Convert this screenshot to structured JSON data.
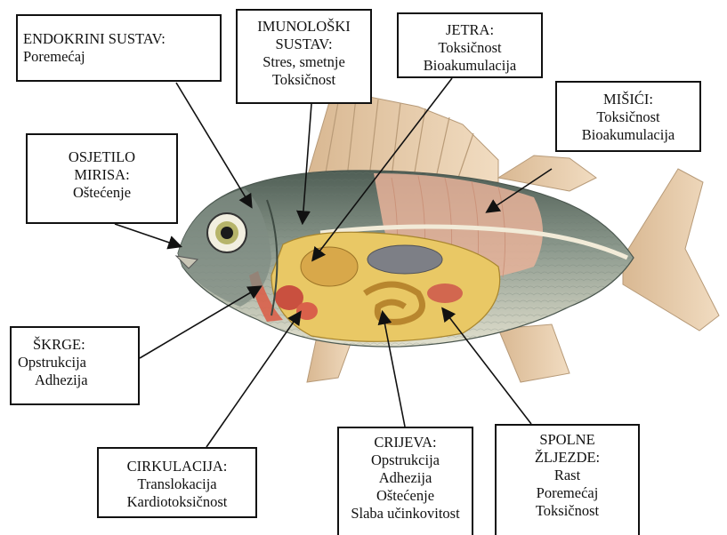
{
  "labels": {
    "endocrine": {
      "title": "ENDOKRINI SUSTAV:",
      "lines": [
        "Poremećaj"
      ]
    },
    "immune": {
      "title_lines": [
        "IMUNOLOŠKI",
        "SUSTAV:"
      ],
      "lines": [
        "Stres, smetnje",
        "Toksičnost"
      ]
    },
    "liver": {
      "title": "JETRA:",
      "lines": [
        "Toksičnost",
        "Bioakumulacija"
      ]
    },
    "muscles": {
      "title": "MIŠIĆI:",
      "lines": [
        "Toksičnost",
        "Bioakumulacija"
      ]
    },
    "smell": {
      "title_lines": [
        "OSJETILO",
        "MIRISA:"
      ],
      "lines": [
        "Oštećenje"
      ]
    },
    "gills": {
      "title": "ŠKRGE:",
      "lines": [
        "Opstrukcija",
        "Adhezija"
      ]
    },
    "circulation": {
      "title": "CIRKULACIJA:",
      "lines": [
        "Translokacija",
        "Kardiotoksičnost"
      ]
    },
    "intestine": {
      "title": "CRIJEVA:",
      "lines": [
        "Opstrukcija",
        "Adhezija",
        "Oštećenje",
        "Slaba učinkovitost"
      ]
    },
    "gonads": {
      "title_lines": [
        "SPOLNE",
        "ŽLJEZDE:"
      ],
      "lines": [
        "Rast",
        "Poremećaj",
        "Toksičnost"
      ]
    }
  },
  "colors": {
    "box_border": "#111111",
    "fish_back": "#5f6f62",
    "fish_belly": "#dcdcc8",
    "muscle": "#e8b39a",
    "viscera": "#e7c15a",
    "fin": "#e9c9a6",
    "gill": "#d9604a"
  }
}
